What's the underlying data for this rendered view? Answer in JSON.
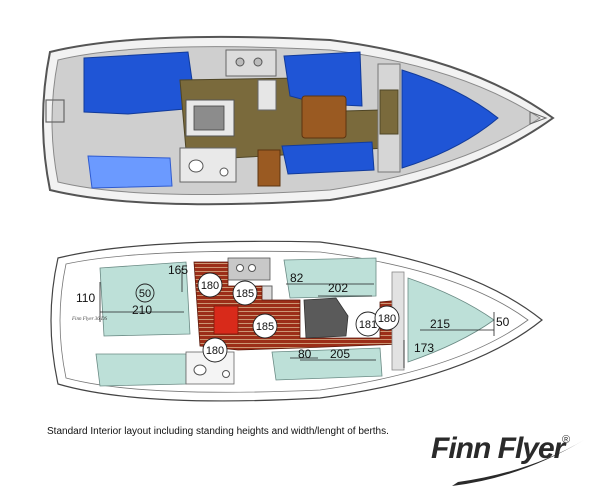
{
  "caption": "Standard Interior layout including standing heights and width/lenght of berths.",
  "brand": {
    "name": "Finn Flyer",
    "registered": "®"
  },
  "hull_tag": "Finn Flyer 36 DS",
  "colors": {
    "hull_fill": "#f2f2f2",
    "hull_outline": "#555555",
    "cushion_blue": "#1f55d6",
    "cushion_blue_light": "#6b9aff",
    "wood_floor": "#7a6a3c",
    "wood_brown": "#9a5a22",
    "berth_green": "#bde0d8",
    "sole_red": "#9c2e18",
    "counter_grey": "#b8b8b8"
  },
  "dimensions": {
    "d110": "110",
    "d210": "210",
    "d165": "165",
    "d82": "82",
    "d202": "202",
    "d215": "215",
    "d50_bow": "50",
    "d173": "173",
    "d80": "80",
    "d205": "205"
  },
  "standing_heights": {
    "c50": "50",
    "c180a": "180",
    "c185a": "185",
    "c185b": "185",
    "c181": "181",
    "c180b": "180",
    "c180c": "180"
  }
}
